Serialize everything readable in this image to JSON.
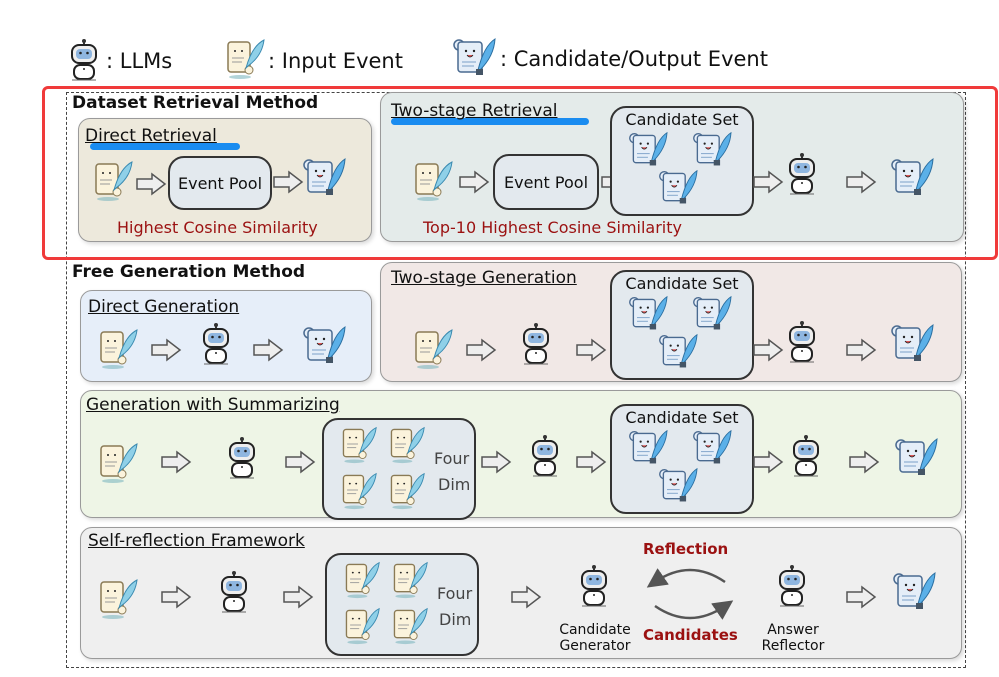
{
  "legend": {
    "llms": ": LLMs",
    "input_event": ": Input Event",
    "output_event": ": Candidate/Output Event"
  },
  "dataset_retrieval": {
    "title": "Dataset Retrieval Method",
    "direct": {
      "title": "Direct Retrieval",
      "pool": "Event Pool",
      "caption": "Highest Cosine Similarity"
    },
    "two_stage": {
      "title": "Two-stage Retrieval",
      "pool": "Event Pool",
      "candidate_set": "Candidate Set",
      "caption": "Top-10 Highest Cosine Similarity"
    }
  },
  "free_generation": {
    "title": "Free Generation Method",
    "direct": {
      "title": "Direct Generation"
    },
    "two_stage": {
      "title": "Two-stage Generation",
      "candidate_set": "Candidate Set"
    },
    "summarizing": {
      "title": "Generation with Summarizing",
      "four": "Four",
      "dim": "Dim",
      "candidate_set": "Candidate Set"
    },
    "self_reflection": {
      "title": "Self-reflection Framework",
      "four": "Four",
      "dim": "Dim",
      "reflection": "Reflection",
      "candidates": "Candidates",
      "generator_line1": "Candidate",
      "generator_line2": "Generator",
      "reflector_line1": "Answer",
      "reflector_line2": "Reflector"
    }
  },
  "colors": {
    "highlight_box": "#f03a3a",
    "caption": "#9b1111",
    "underline": "#1a8cf0"
  }
}
